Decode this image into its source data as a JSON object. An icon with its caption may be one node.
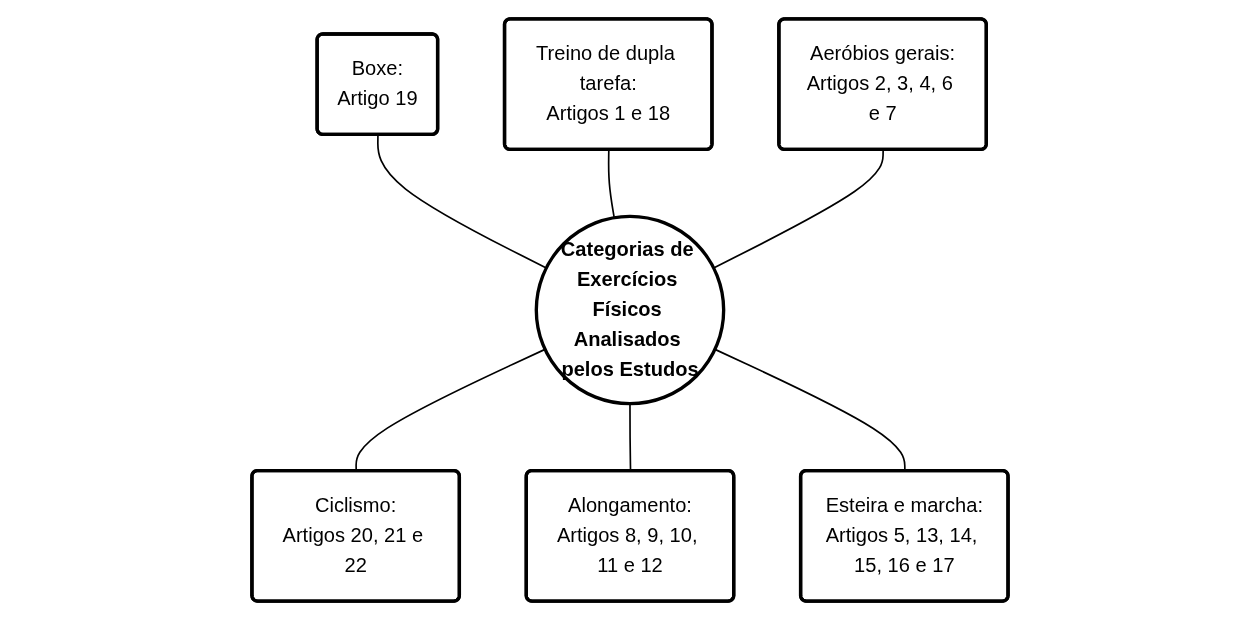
{
  "diagram": {
    "nodes": [
      {
        "text": [
          "Boxe:",
          "Artigo 19"
        ]
      },
      {
        "text": [
          "Treino de dupla tarefa:",
          "Artigos 1 e 18"
        ]
      },
      {
        "text": [
          "Aeróbios gerais:",
          "Artigos 2, 3, 4, 6 e 7"
        ]
      },
      {
        "text": [
          "Categorias de Exercícios Físicos Analisados pelos Estudos"
        ]
      },
      {
        "text": [
          "Ciclismo:",
          "Artigos 20, 21 e 22"
        ]
      },
      {
        "text": [
          "Alongamento:",
          "Artigos 8, 9, 10, 11 e 12"
        ]
      },
      {
        "text": [
          "Esteira e marcha:",
          "Artigos 5, 13, 14, 15, 16 e 17"
        ]
      }
    ],
    "edges": [
      {
        "from": 0,
        "to": 3,
        "arrow": "none"
      },
      {
        "from": 1,
        "to": 3,
        "arrow": "none"
      },
      {
        "from": 2,
        "to": 3,
        "arrow": "none"
      },
      {
        "from": 3,
        "to": 4,
        "arrow": "none"
      },
      {
        "from": 3,
        "to": 5,
        "arrow": "none"
      },
      {
        "from": 3,
        "to": 6,
        "arrow": "none"
      }
    ]
  }
}
